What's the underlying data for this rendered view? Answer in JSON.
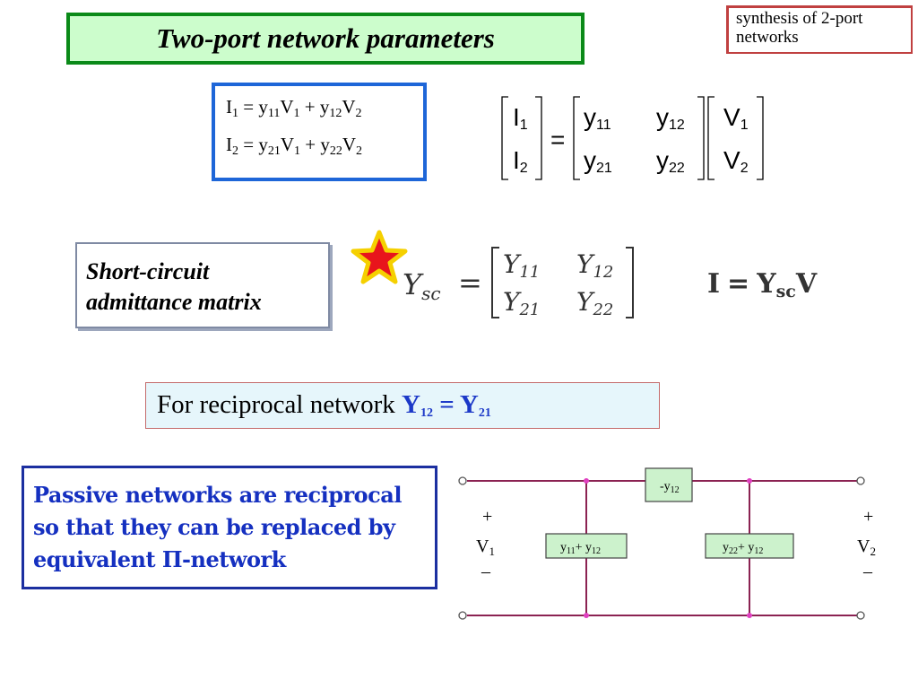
{
  "slide": {
    "title": "Two-port network parameters",
    "topic": [
      "synthesis of 2-port",
      "networks"
    ]
  },
  "equations": {
    "lines": [
      {
        "lhs": "I",
        "lhs_sub": "1",
        "t1": "y",
        "t1_sub": "11",
        "v1": "V",
        "v1_sub": "1",
        "t2": "y",
        "t2_sub": "12",
        "v2": "V",
        "v2_sub": "2"
      },
      {
        "lhs": "I",
        "lhs_sub": "2",
        "t1": "y",
        "t1_sub": "21",
        "v1": "V",
        "v1_sub": "1",
        "t2": "y",
        "t2_sub": "22",
        "v2": "V",
        "v2_sub": "2"
      }
    ]
  },
  "matrix_eq": {
    "lhs": [
      {
        "t": "I",
        "s": "1"
      },
      {
        "t": "I",
        "s": "2"
      }
    ],
    "eq": "=",
    "y": [
      [
        {
          "t": "y",
          "s": "11"
        },
        {
          "t": "y",
          "s": "12"
        }
      ],
      [
        {
          "t": "y",
          "s": "21"
        },
        {
          "t": "y",
          "s": "22"
        }
      ]
    ],
    "rhs": [
      {
        "t": "V",
        "s": "1"
      },
      {
        "t": "V",
        "s": "2"
      }
    ]
  },
  "short_circuit": {
    "label_lines": [
      "Short-circuit",
      "admittance matrix"
    ],
    "ysc": {
      "sym": "Y",
      "sub": "sc",
      "eq": "=",
      "cells": [
        [
          {
            "t": "Y",
            "s": "11"
          },
          {
            "t": "Y",
            "s": "12"
          }
        ],
        [
          {
            "t": "Y",
            "s": "21"
          },
          {
            "t": "Y",
            "s": "22"
          }
        ]
      ]
    },
    "relation": {
      "lhs": "I",
      "eq": "=",
      "y": "Y",
      "y_sub": "sc",
      "v": "V"
    }
  },
  "reciprocal": {
    "text": "For reciprocal network ",
    "h1": "Y",
    "h1_sub": "12",
    "heq": " = ",
    "h2": "Y",
    "h2_sub": "21"
  },
  "passive_lines": [
    "Passive networks are reciprocal",
    "so that they can be replaced by",
    "equivalent Π-network"
  ],
  "circuit": {
    "top_box": {
      "a": "-y",
      "a_sub": "12"
    },
    "left_box": {
      "a": "y",
      "a_sub": "11",
      "b": "+ y",
      "b_sub": "12"
    },
    "right_box": {
      "a": "y",
      "a_sub": "22",
      "b": "+ y",
      "b_sub": "12"
    },
    "port1": {
      "plus": "+",
      "v": "V",
      "v_sub": "1",
      "minus": "–"
    },
    "port2": {
      "plus": "+",
      "v": "V",
      "v_sub": "2",
      "minus": "–"
    }
  },
  "colors": {
    "title_bg": "#ccfdcc",
    "title_border": "#0a8a18",
    "eq_border": "#1e66d8",
    "wire": "#8b2252",
    "node": "#e040c0",
    "box_fill": "#ccf2cc",
    "accent_blue": "#1530c0"
  }
}
